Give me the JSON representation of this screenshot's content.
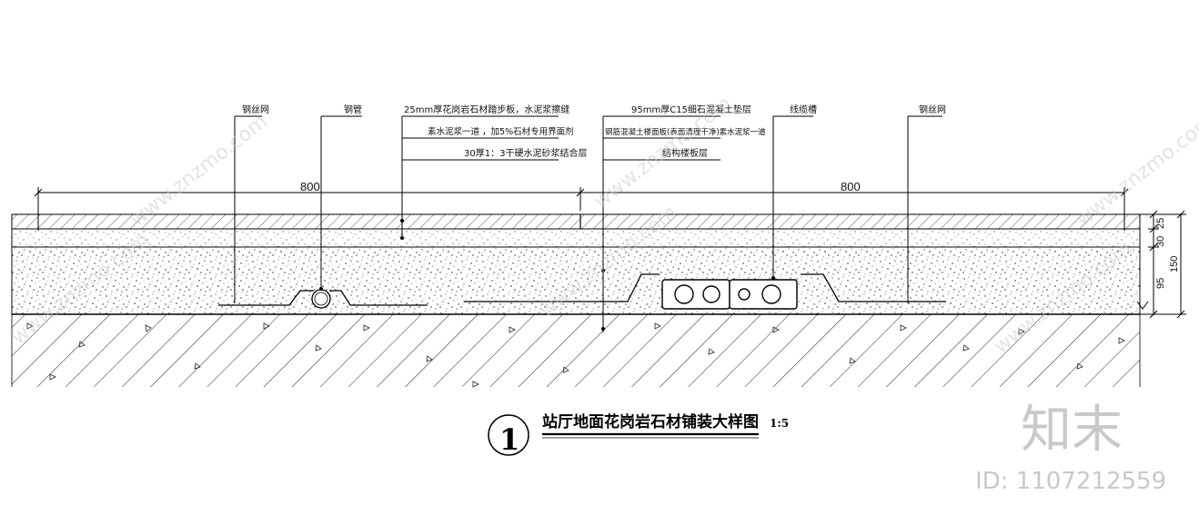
{
  "callouts": {
    "top_left_1": "钢丝网",
    "top_left_2": "钢管",
    "group_left": [
      "25mm厚花岗岩石材踏步板，水泥浆擦缝",
      "素水泥浆一道 ，加5%石材专用界面剂",
      "30厚1：3干硬水泥砂浆结合层"
    ],
    "group_mid": [
      "95mm厚C15细石混凝土垫层",
      "钢筋混凝土楼面板(表面清理干净)素水泥浆一道",
      "结构楼板层"
    ],
    "top_right_1": "线缆槽",
    "top_right_2": "钢丝网"
  },
  "dimensions": {
    "left_span": "800",
    "right_span": "800",
    "layer_top": "25",
    "layer_mortar": "30",
    "layer_concrete": "95",
    "layer_total": "150"
  },
  "title": {
    "number": "1",
    "text": "站厅地面花岗岩石材铺装大样图",
    "scale": "1:5"
  },
  "watermark": {
    "brand": "知末",
    "id": "ID: 1107212559",
    "diag": "www.znzmo.com"
  }
}
